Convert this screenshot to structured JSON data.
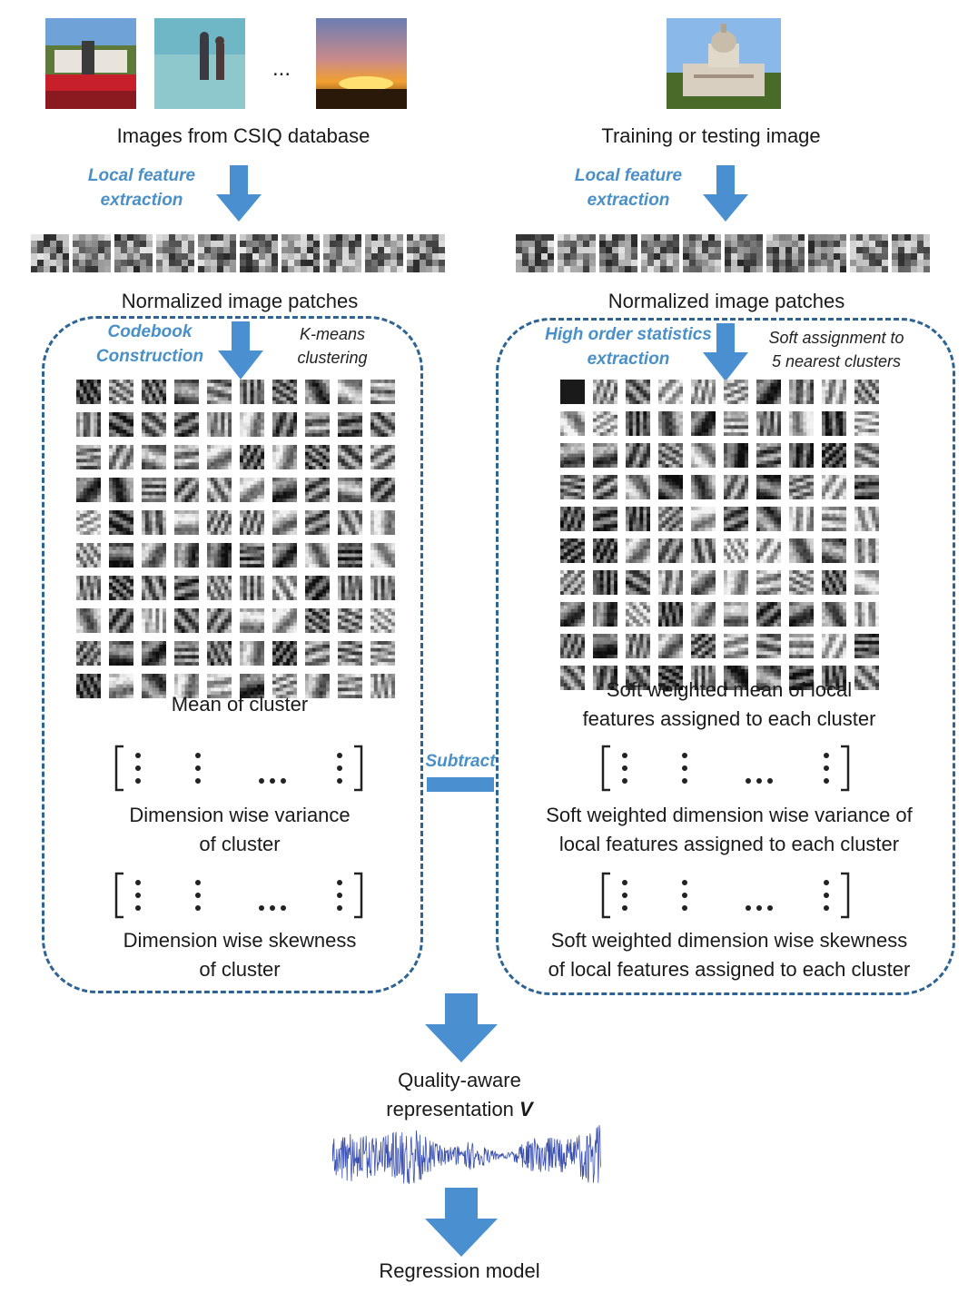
{
  "left": {
    "images_caption": "Images from CSIQ database",
    "ellipsis": "...",
    "step1_label_line1": "Local feature",
    "step1_label_line2": "extraction",
    "patches_caption": "Normalized image patches",
    "codebook_line1": "Codebook",
    "codebook_line2": "Construction",
    "kmeans_line1": "K-means",
    "kmeans_line2": "clustering",
    "mean_caption": "Mean of cluster",
    "variance_line1": "Dimension wise variance",
    "variance_line2": "of cluster",
    "skewness_line1": "Dimension wise skewness",
    "skewness_line2": "of cluster"
  },
  "right": {
    "image_caption": "Training or testing image",
    "step1_label_line1": "Local feature",
    "step1_label_line2": "extraction",
    "patches_caption": "Normalized image patches",
    "hos_line1": "High order statistics",
    "hos_line2": "extraction",
    "soft_line1": "Soft assignment to",
    "soft_line2": "5 nearest clusters",
    "mean_line1": "Soft weighted mean of local",
    "mean_line2": "features assigned to each cluster",
    "variance_line1": "Soft weighted dimension wise variance of",
    "variance_line2": "local features assigned to each cluster",
    "skewness_line1": "Soft weighted dimension wise skewness",
    "skewness_line2": "of local features assigned to each cluster"
  },
  "middle": {
    "subtract_label": "Subtract"
  },
  "bottom": {
    "representation_line1": "Quality-aware",
    "representation_line2": "representation",
    "representation_symbol": "V",
    "regression_caption": "Regression model"
  },
  "colors": {
    "arrow_blue": "#4a90d0",
    "dash_blue": "#2e6394",
    "label_blue": "#4a90c8",
    "signal_blue": "#3a4fb0"
  }
}
